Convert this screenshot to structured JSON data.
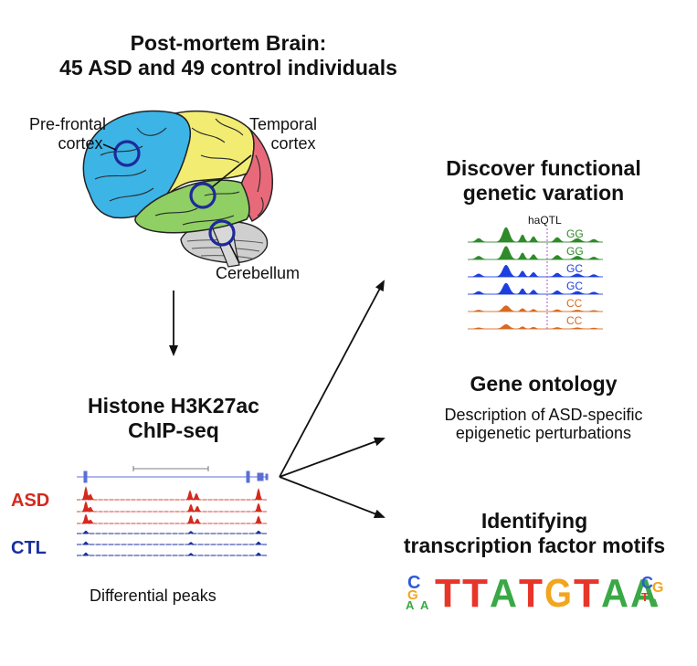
{
  "header": {
    "title_line1": "Post-mortem Brain:",
    "title_line2": "45 ASD and 49 control individuals"
  },
  "brain": {
    "labels": {
      "prefrontal_line1": "Pre-frontal",
      "prefrontal_line2": "cortex",
      "temporal_line1": "Temporal",
      "temporal_line2": "cortex",
      "cerebellum": "Cerebellum"
    },
    "colors": {
      "frontal": "#3cb4e6",
      "parietal": "#f2ec73",
      "temporal": "#8fcf63",
      "occipital": "#e86a7a",
      "cerebellum": "#cfcfcf",
      "circle": "#1e2a9a"
    }
  },
  "chipseq": {
    "title_line1": "Histone H3K27ac",
    "title_line2": "ChIP-seq",
    "group_asd": "ASD",
    "group_ctl": "CTL",
    "caption": "Differential peaks",
    "colors": {
      "asd": "#d42a1e",
      "ctl": "#1a2f9e",
      "gene": "#5a6fd6"
    }
  },
  "discover": {
    "title_line1": "Discover functional",
    "title_line2": "genetic varation",
    "marker_label": "haQTL",
    "tracks": [
      {
        "genotype": "GG",
        "color": "#2f8a2a"
      },
      {
        "genotype": "GG",
        "color": "#2f8a2a"
      },
      {
        "genotype": "GC",
        "color": "#1d3fe0"
      },
      {
        "genotype": "GC",
        "color": "#1d3fe0"
      },
      {
        "genotype": "CC",
        "color": "#d9691f"
      },
      {
        "genotype": "CC",
        "color": "#d9691f"
      }
    ]
  },
  "ontology": {
    "title": "Gene ontology",
    "desc_line1": "Description of ASD-specific",
    "desc_line2": "epigenetic perturbations"
  },
  "motifs": {
    "title_line1": "Identifying",
    "title_line2": "transcription factor motifs",
    "letters": [
      "T",
      "T",
      "A",
      "T",
      "G",
      "T",
      "A",
      "A"
    ],
    "colors": {
      "A": "#3aa845",
      "C": "#2f5bd8",
      "G": "#f2a51f",
      "T": "#e8352a"
    }
  }
}
